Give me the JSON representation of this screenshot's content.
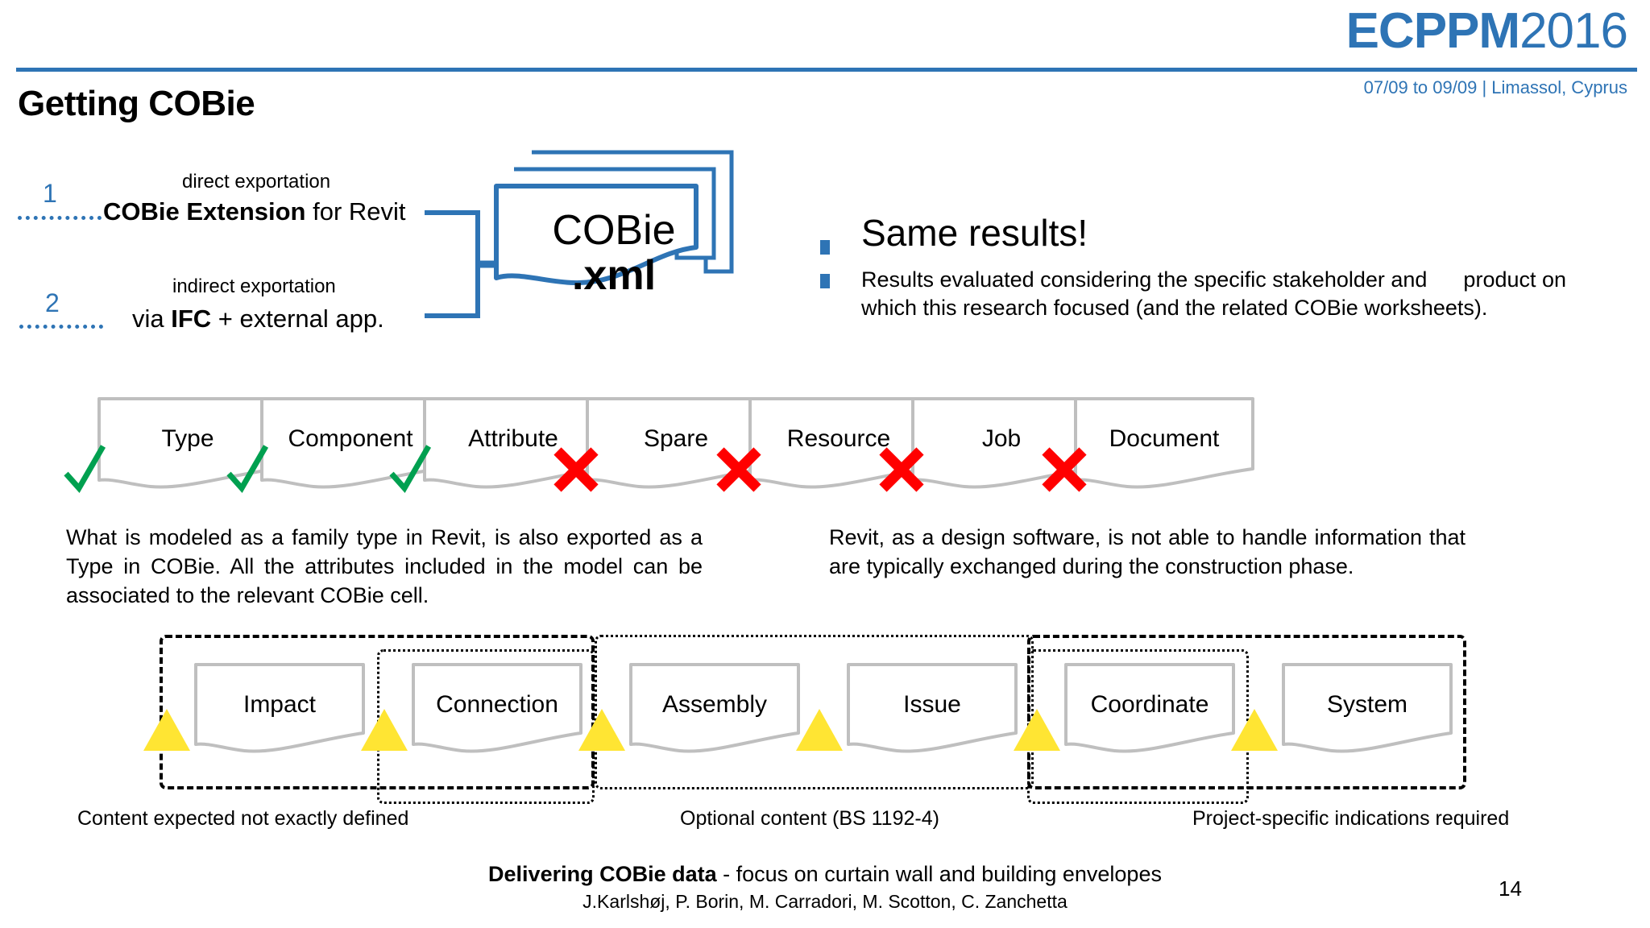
{
  "header": {
    "brand_name": "ECPPM",
    "brand_year": "2016",
    "event_info": "07/09 to 09/09 | Limassol, Cyprus",
    "title": "Getting COBie",
    "rule_color": "#2E74B5",
    "brand_color": "#2E74B5"
  },
  "routes": [
    {
      "number": "1",
      "caption": "direct exportation",
      "main_prefix": "",
      "main_bold": "COBie Extension",
      "main_suffix": " for Revit"
    },
    {
      "number": "2",
      "caption": "indirect exportation",
      "main_prefix": "via ",
      "main_bold": "IFC",
      "main_suffix": " + external app."
    }
  ],
  "cobie_document": {
    "line1": "COBie",
    "line2": ".xml",
    "stack_count": "3",
    "color": "#2E74B5"
  },
  "same_results": {
    "title": "Same results!",
    "body": "Results evaluated considering the specific stakeholder and      product on which this research focused (and the related COBie worksheets).",
    "bullet_color": "#2E74B5"
  },
  "worksheet_cards": [
    {
      "label": "Type",
      "mark": "check",
      "mark_color": "#00A050"
    },
    {
      "label": "Component",
      "mark": "check",
      "mark_color": "#00A050"
    },
    {
      "label": "Attribute",
      "mark": "check",
      "mark_color": "#00A050"
    },
    {
      "label": "Spare",
      "mark": "cross",
      "mark_color": "#FF0000"
    },
    {
      "label": "Resource",
      "mark": "cross",
      "mark_color": "#FF0000"
    },
    {
      "label": "Job",
      "mark": "cross",
      "mark_color": "#FF0000"
    },
    {
      "label": "Document",
      "mark": "cross",
      "mark_color": "#FF0000"
    }
  ],
  "explanations": [
    "What is modeled as a family type in Revit, is also exported as a Type in COBie. All the attributes included in the model can be associated to the relevant COBie cell.",
    "Revit, as a design software, is not able to handle information that are typically exchanged during the construction phase."
  ],
  "partial_cards": [
    {
      "label": "Impact",
      "mark": "triangle",
      "mark_color": "#FFE533"
    },
    {
      "label": "Connection",
      "mark": "triangle",
      "mark_color": "#FFE533"
    },
    {
      "label": "Assembly",
      "mark": "triangle",
      "mark_color": "#FFE533"
    },
    {
      "label": "Issue",
      "mark": "triangle",
      "mark_color": "#FFE533"
    },
    {
      "label": "Coordinate",
      "mark": "triangle",
      "mark_color": "#FFE533"
    },
    {
      "label": "System",
      "mark": "triangle",
      "mark_color": "#FFE533"
    }
  ],
  "group_captions": [
    "Content expected not exactly defined",
    "Optional content (BS 1192-4)",
    "Project-specific indications required"
  ],
  "footer": {
    "title_bold": "Delivering COBie data",
    "title_rest": " - focus on curtain wall and building envelopes",
    "authors": "J.Karlshøj, P. Borin, M. Carradori, M. Scotton, C. Zanchetta",
    "page_number": "14"
  }
}
